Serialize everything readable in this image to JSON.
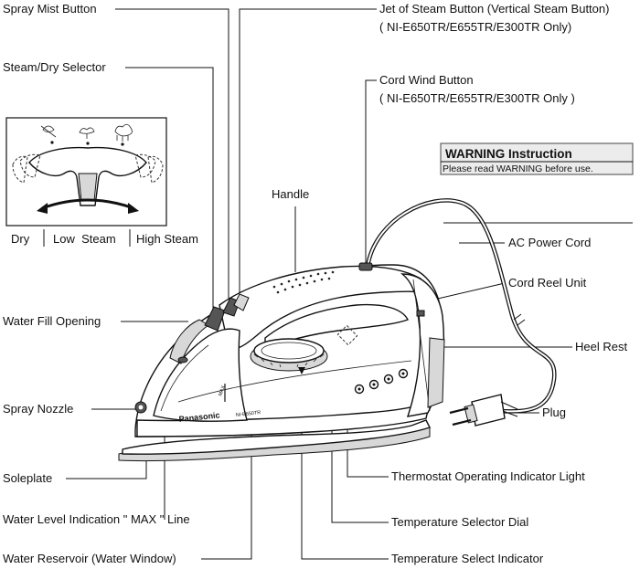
{
  "labels": {
    "spray_mist_button": "Spray Mist Button",
    "jet_of_steam_button": "Jet of Steam Button (Vertical Steam Button)",
    "jet_of_steam_models": "( NI-E650TR/E655TR/E300TR Only)",
    "steam_dry_selector": "Steam/Dry Selector",
    "cord_wind_button": "Cord Wind Button",
    "cord_wind_models": "( NI-E650TR/E655TR/E300TR Only )",
    "handle": "Handle",
    "ac_power_cord": "AC Power Cord",
    "cord_reel_unit": "Cord Reel Unit",
    "water_fill_opening": "Water Fill Opening",
    "heel_rest": "Heel Rest",
    "spray_nozzle": "Spray Nozzle",
    "plug": "Plug",
    "soleplate": "Soleplate",
    "thermostat_indicator": "Thermostat Operating Indicator Light",
    "water_level_max": "Water Level Indication \" MAX \" Line",
    "temperature_selector_dial": "Temperature Selector Dial",
    "water_reservoir": "Water Reservoir (Water Window)",
    "temperature_select_indicator": "Temperature Select Indicator"
  },
  "selector_inset": {
    "settings": [
      "Dry",
      "Low  Steam",
      "High Steam"
    ]
  },
  "warning": {
    "title": "WARNING Instruction",
    "subtitle": "Please read WARNING before use."
  },
  "iron_markings": {
    "brand": "Panasonic",
    "model": "NI-E650TR",
    "max_mark": "MAX"
  }
}
